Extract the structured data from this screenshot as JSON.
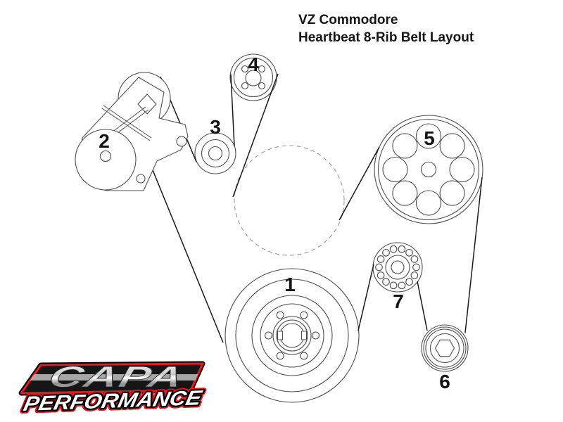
{
  "title": {
    "line1": "VZ Commodore",
    "line2": "Heartbeat 8-Rib Belt Layout"
  },
  "pulley_labels": [
    "1",
    "2",
    "3",
    "4",
    "5",
    "6",
    "7"
  ],
  "logo": {
    "brand": "CAPA",
    "subbrand": "PERFORMANCE"
  },
  "colors": {
    "line_art": "#4d4d4d",
    "belt": "#1a1a1a",
    "hidden_dash": "#999999",
    "logo_red": "#e01b22",
    "logo_black": "#161616",
    "background": "#ffffff"
  }
}
